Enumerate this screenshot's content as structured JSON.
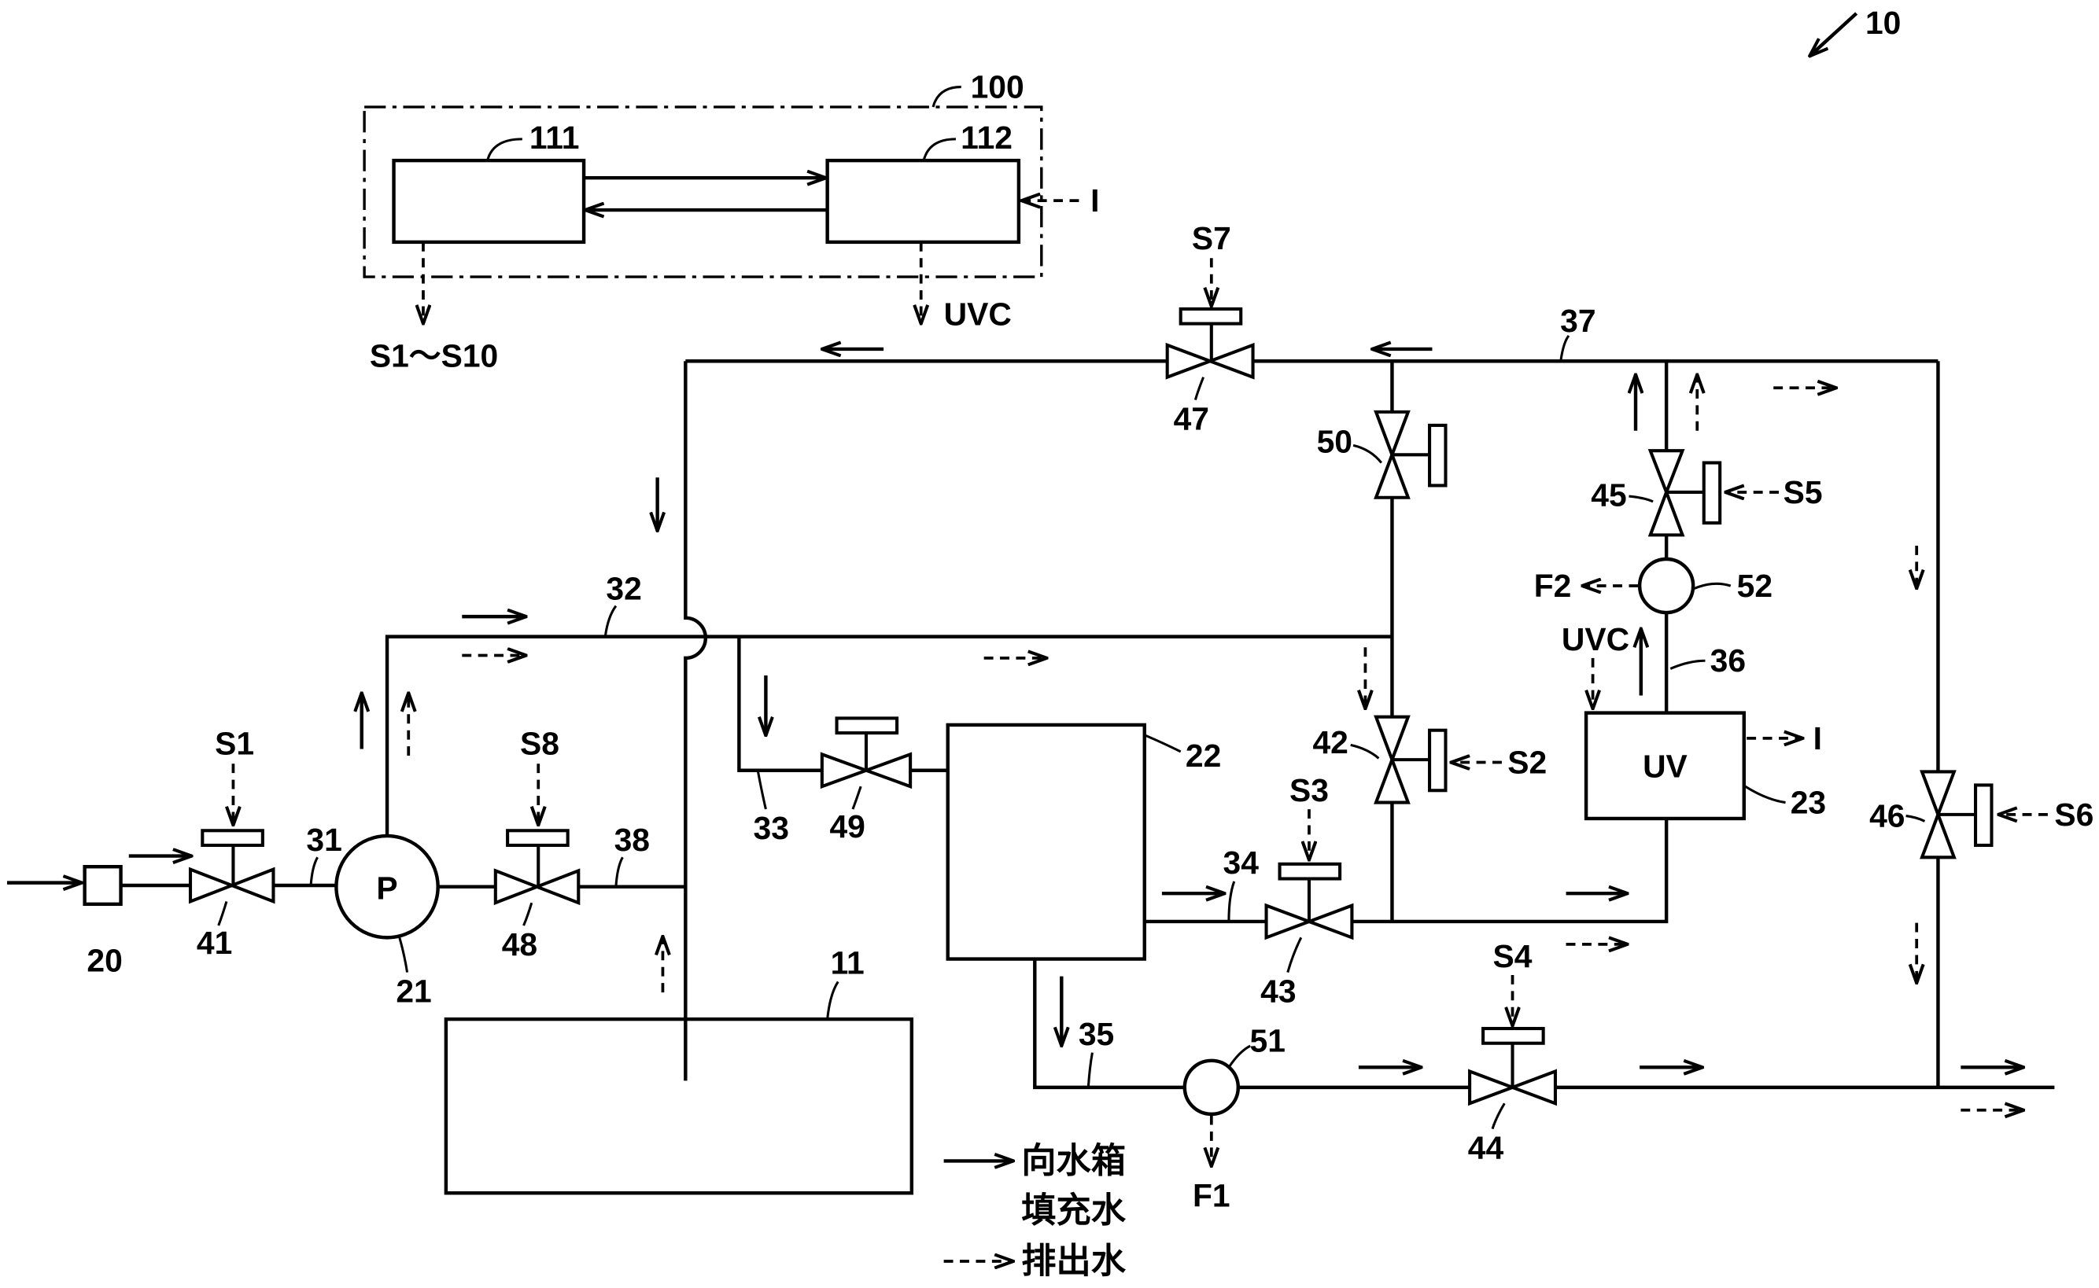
{
  "figure_ref": "10",
  "controller": {
    "ref": "100",
    "unit_a": "111",
    "unit_b": "112",
    "input": "I",
    "signals_out": "S1～S10",
    "uvc_out": "UVC"
  },
  "inlet_unit": {
    "ref": "20"
  },
  "pump": {
    "ref": "21",
    "symbol": "P"
  },
  "tank_11": {
    "ref": "11"
  },
  "tank_22": {
    "ref": "22"
  },
  "uv_unit": {
    "ref": "23",
    "symbol": "UV",
    "uvc_in": "UVC",
    "signal_out": "I"
  },
  "pipes": {
    "p31": "31",
    "p32": "32",
    "p33": "33",
    "p34": "34",
    "p35": "35",
    "p36": "36",
    "p37": "37",
    "p38": "38"
  },
  "valves": {
    "v41": {
      "ref": "41",
      "signal": "S1"
    },
    "v42": {
      "ref": "42",
      "signal": "S2"
    },
    "v43": {
      "ref": "43",
      "signal": "S3"
    },
    "v44": {
      "ref": "44",
      "signal": "S4"
    },
    "v45": {
      "ref": "45",
      "signal": "S5"
    },
    "v46": {
      "ref": "46",
      "signal": "S6"
    },
    "v47": {
      "ref": "47",
      "signal": "S7"
    },
    "v48": {
      "ref": "48",
      "signal": "S8"
    },
    "v49": {
      "ref": "49"
    },
    "v50": {
      "ref": "50"
    }
  },
  "meters": {
    "m51": {
      "ref": "51",
      "output": "F1"
    },
    "m52": {
      "ref": "52",
      "output": "F2"
    }
  },
  "legend": {
    "fill_line1": "向水箱",
    "fill_line2": "填充水",
    "drain": "排出水"
  }
}
